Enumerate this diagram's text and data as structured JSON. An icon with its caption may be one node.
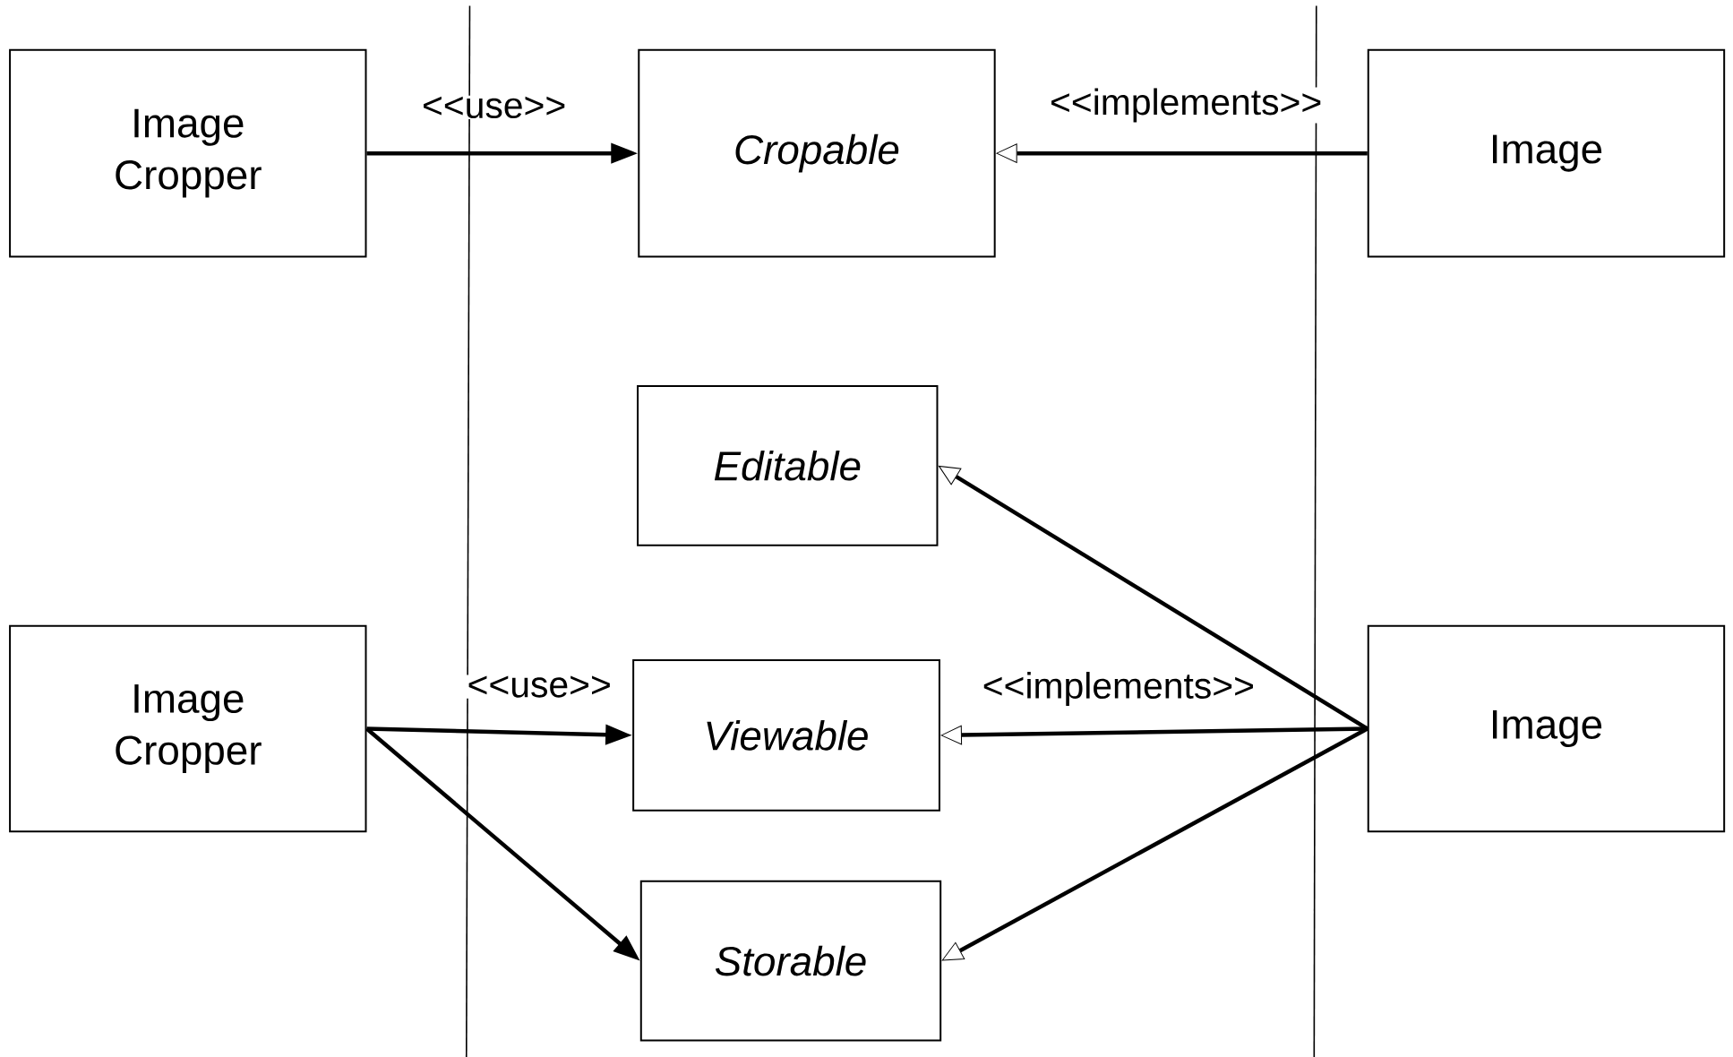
{
  "diagram": {
    "nodes": [
      {
        "text": [
          "Image Cropper"
        ]
      },
      {
        "text": [
          "Cropable"
        ]
      },
      {
        "text": [
          "Image"
        ]
      },
      {
        "text": [
          "Editable"
        ]
      },
      {
        "text": [
          "Image Cropper"
        ]
      },
      {
        "text": [
          "Viewable"
        ]
      },
      {
        "text": [
          "Storable"
        ]
      },
      {
        "text": [
          "Image"
        ]
      }
    ],
    "edges": [
      {
        "from": 0,
        "to": 1,
        "arrow": "to",
        "label": "<<use>>"
      },
      {
        "from": 2,
        "to": 1,
        "arrow": "to",
        "label": "<<implements>>"
      },
      {
        "from": 4,
        "to": 5,
        "arrow": "to",
        "label": "<<use>>"
      },
      {
        "from": 4,
        "to": 6,
        "arrow": "to"
      },
      {
        "from": 7,
        "to": 3,
        "arrow": "to"
      },
      {
        "from": 7,
        "to": 5,
        "arrow": "to",
        "label": "<<implements>>"
      },
      {
        "from": 7,
        "to": 6,
        "arrow": "to"
      }
    ]
  }
}
